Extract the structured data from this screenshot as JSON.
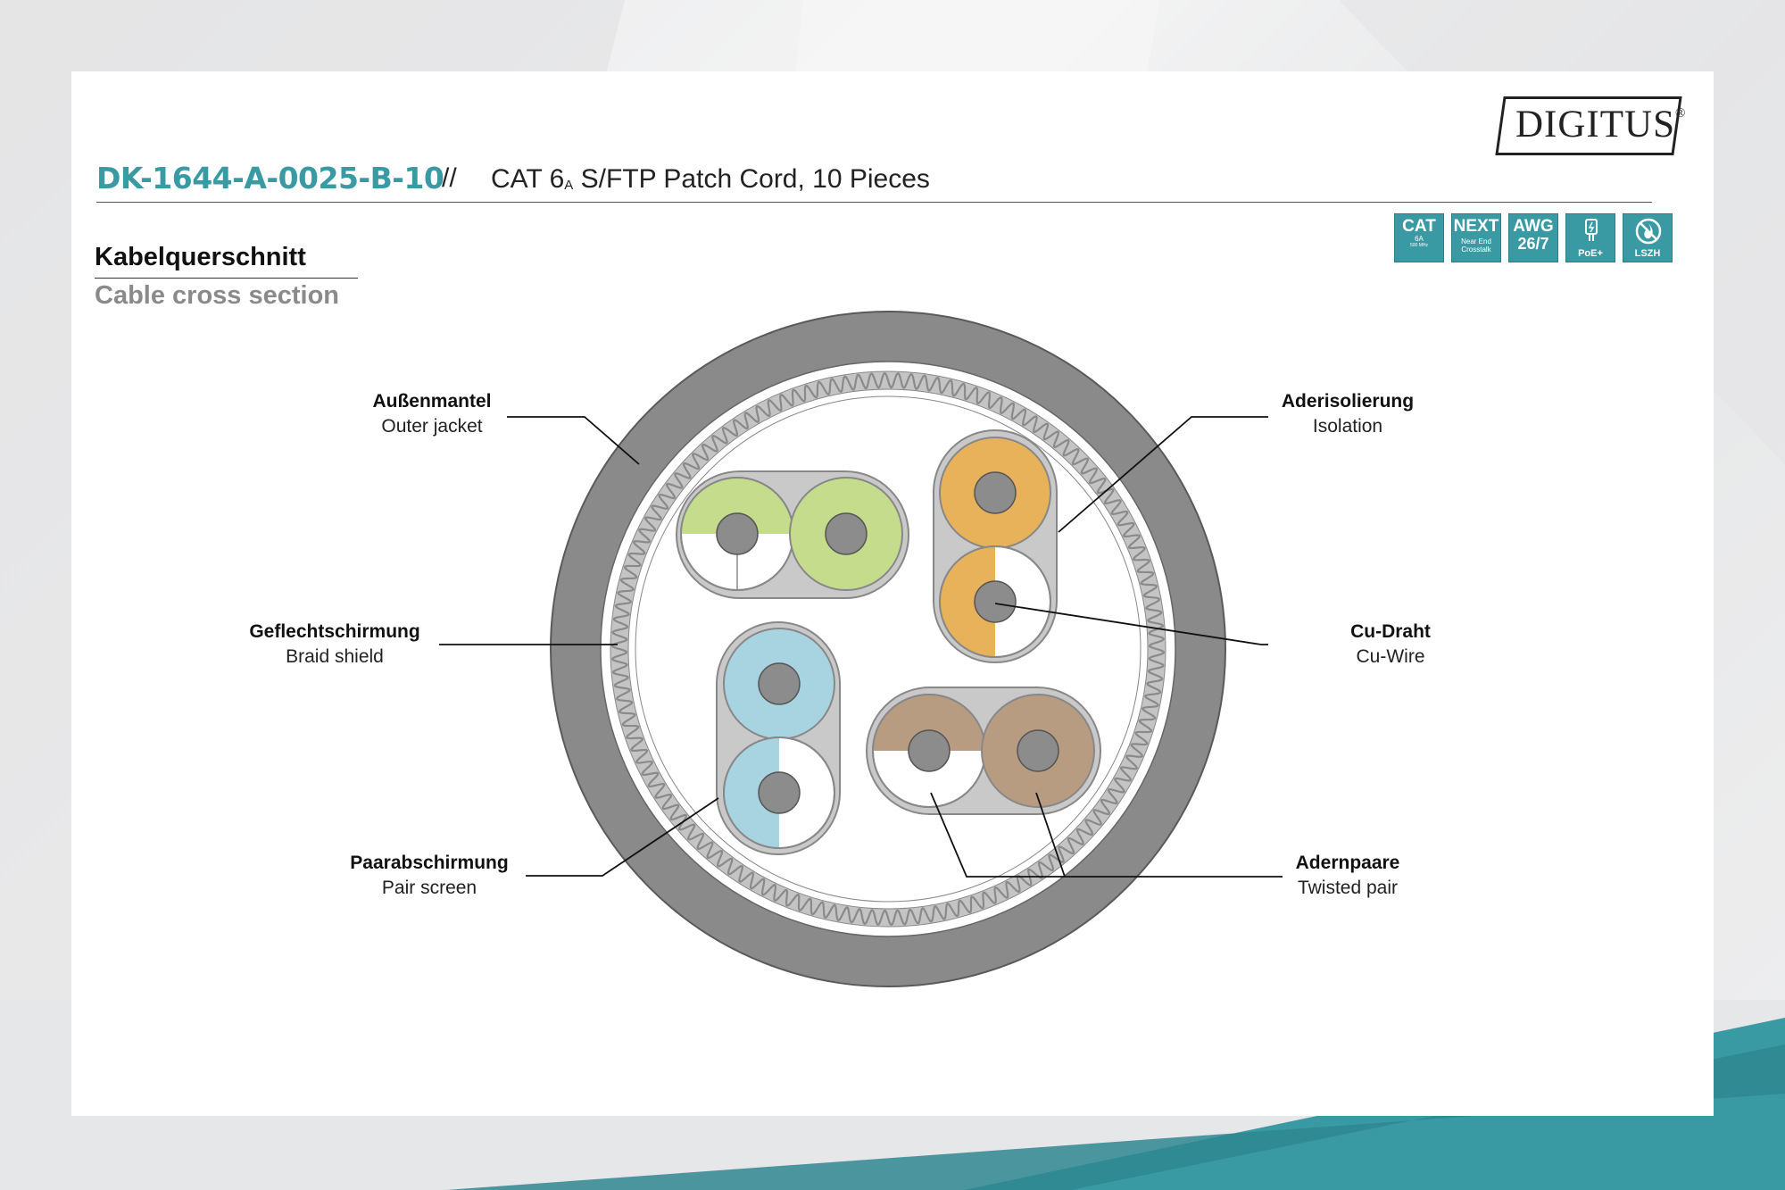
{
  "header": {
    "part_number": "DK-1644-A-0025-B-10",
    "separator": "//",
    "title_pre": "CAT 6",
    "title_sub": "A",
    "title_post": " S/FTP Patch Cord, 10 Pieces"
  },
  "brand": {
    "name": "DIGITUS",
    "mark": "®"
  },
  "badges": [
    {
      "name": "cat6a",
      "line1": "CAT",
      "line2": "6A",
      "line3": "500 MHz"
    },
    {
      "name": "next",
      "line1": "NEXT",
      "line2": "Near End",
      "line3": "Crosstalk"
    },
    {
      "name": "awg",
      "line1": "AWG",
      "line2": "26/7"
    },
    {
      "name": "poe",
      "label": "PoE+"
    },
    {
      "name": "lszh",
      "label": "LSZH"
    }
  ],
  "section": {
    "title_de": "Kabelquerschnitt",
    "title_en": "Cable cross section"
  },
  "labels": {
    "outer_jacket": {
      "de": "Außenmantel",
      "en": "Outer jacket"
    },
    "braid_shield": {
      "de": "Geflechtschirmung",
      "en": "Braid shield"
    },
    "pair_screen": {
      "de": "Paarabschirmung",
      "en": "Pair screen"
    },
    "isolation": {
      "de": "Aderisolierung",
      "en": "Isolation"
    },
    "cu_wire": {
      "de": "Cu-Draht",
      "en": "Cu-Wire"
    },
    "twisted_pair": {
      "de": "Adernpaare",
      "en": "Twisted pair"
    }
  },
  "colors": {
    "teal": "#3a9aa4",
    "jacket": "#8a8a8a",
    "braid": "#c4c4c4",
    "screen": "#c9c9c9",
    "conductor": "#8c8c8c",
    "green": "#c4dc8c",
    "orange": "#e8b25a",
    "blue": "#a8d4e2",
    "brown": "#b79c82"
  }
}
